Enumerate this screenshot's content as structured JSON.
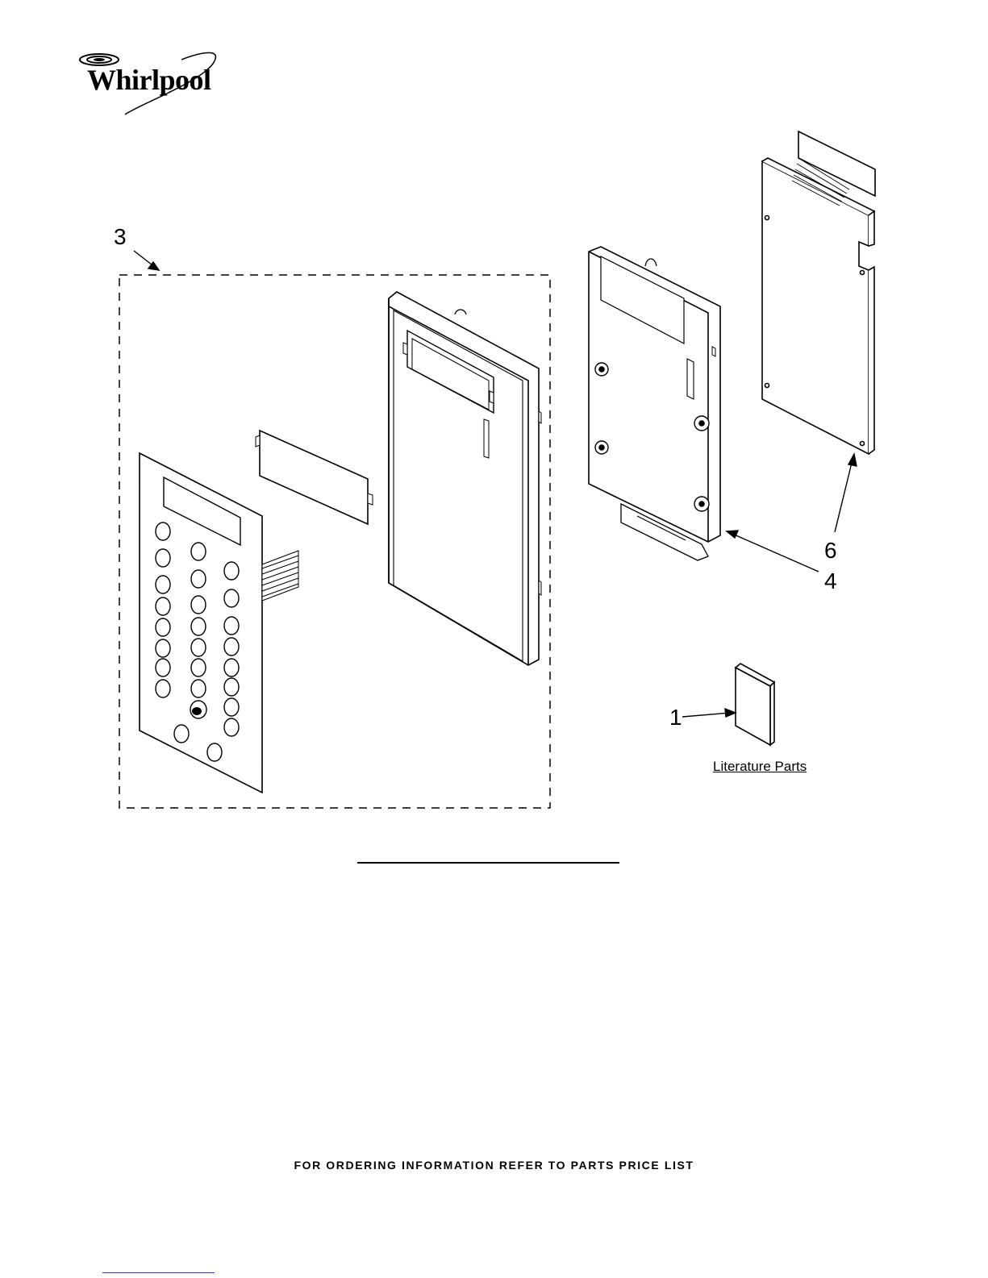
{
  "brand": {
    "logo_text": "Whirlpool"
  },
  "callouts": [
    {
      "id": "callout-3",
      "label": "3"
    },
    {
      "id": "callout-6",
      "label": "6"
    },
    {
      "id": "callout-4",
      "label": "4"
    },
    {
      "id": "callout-1",
      "label": "1"
    }
  ],
  "literature": {
    "label": "Literature Parts"
  },
  "footer": {
    "text": "FOR ORDERING INFORMATION REFER TO PARTS PRICE LIST"
  },
  "colors": {
    "ink": "#000000",
    "panel_fill": "#ffffff",
    "board_fill": "#ffffff",
    "link": "#3333cc"
  }
}
